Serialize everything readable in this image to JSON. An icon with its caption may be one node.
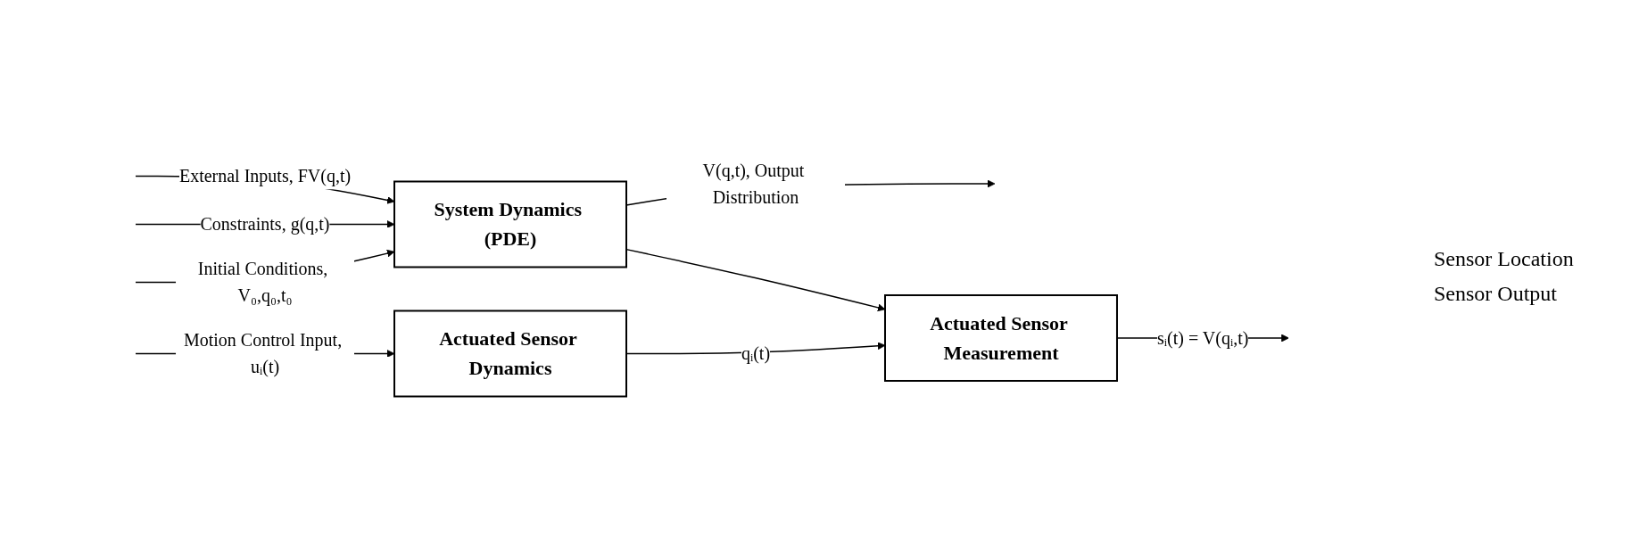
{
  "diagram": {
    "nodes": [
      {
        "text": [
          "System Dynamics (PDE)"
        ]
      },
      {
        "text": [
          "Actuated Sensor Dynamics"
        ]
      },
      {
        "text": [
          "Actuated Sensor Measurement"
        ]
      }
    ],
    "edges": [
      {
        "from": null,
        "to": 0,
        "arrow": "to",
        "label": "External Inputs, FV(q,t)"
      },
      {
        "from": null,
        "to": 0,
        "arrow": "to",
        "label": "Constraints, g(q,t)"
      },
      {
        "from": null,
        "to": 0,
        "arrow": "to",
        "label": "Initial Conditions, V₀,q₀,t₀"
      },
      {
        "from": 0,
        "to": null,
        "arrow": "to",
        "label": "V(q,t), Output Distribution"
      },
      {
        "from": 0,
        "to": 2,
        "arrow": "to"
      },
      {
        "from": null,
        "to": 1,
        "arrow": "to",
        "label": "Motion Control Input, uᵢ(t)"
      },
      {
        "from": 1,
        "to": 2,
        "arrow": "to",
        "label": "qᵢ(t)"
      },
      {
        "from": 2,
        "to": null,
        "arrow": "to",
        "label": "sᵢ(t) = V(qᵢ,t)"
      }
    ],
    "labels": [
      "Sensor Location",
      "Sensor Output"
    ]
  }
}
